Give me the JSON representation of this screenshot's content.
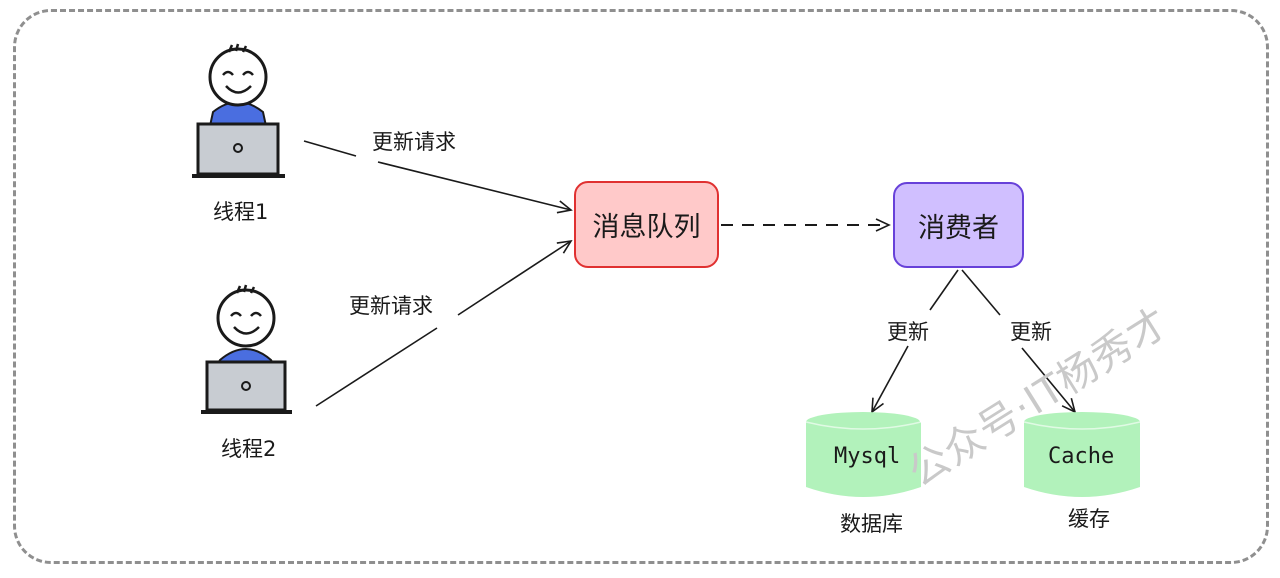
{
  "threads": [
    {
      "label": "线程1"
    },
    {
      "label": "线程2"
    }
  ],
  "edges": [
    {
      "label": "更新请求"
    },
    {
      "label": "更新请求"
    },
    {
      "label": "更新"
    },
    {
      "label": "更新"
    }
  ],
  "queue": {
    "label": "消息队列",
    "fill": "#ffc9c9",
    "stroke": "#e03131"
  },
  "consumer": {
    "label": "消费者",
    "fill": "#d0bfff",
    "stroke": "#6741d9"
  },
  "stores": [
    {
      "inner_label": "Mysql",
      "caption": "数据库",
      "fill": "#b2f2bb"
    },
    {
      "inner_label": "Cache",
      "caption": "缓存",
      "fill": "#b2f2bb"
    }
  ],
  "watermark": "公众号·IT杨秀才",
  "colors": {
    "person_shirt": "#4a6ee0",
    "laptop": "#c8ccd2",
    "frame": "#8f8f8f"
  }
}
